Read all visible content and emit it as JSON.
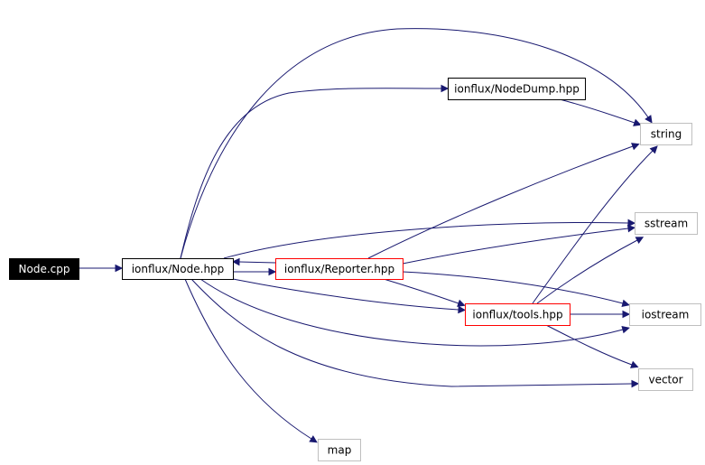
{
  "colors": {
    "edge": "#191970",
    "external_border": "#bfbfbf",
    "internal_border": "#000000",
    "included_border": "#ff0000",
    "root_fill": "#000000",
    "root_text": "#ffffff",
    "text": "#000000"
  },
  "nodes": [
    {
      "id": "node_cpp",
      "label": "Node.cpp",
      "kind": "root"
    },
    {
      "id": "node_hpp",
      "label": "ionflux/Node.hpp",
      "kind": "internal"
    },
    {
      "id": "nodedump",
      "label": "ionflux/NodeDump.hpp",
      "kind": "internal"
    },
    {
      "id": "reporter",
      "label": "ionflux/Reporter.hpp",
      "kind": "included"
    },
    {
      "id": "tools",
      "label": "ionflux/tools.hpp",
      "kind": "included"
    },
    {
      "id": "string",
      "label": "string",
      "kind": "external"
    },
    {
      "id": "sstream",
      "label": "sstream",
      "kind": "external"
    },
    {
      "id": "iostream",
      "label": "iostream",
      "kind": "external"
    },
    {
      "id": "vector",
      "label": "vector",
      "kind": "external"
    },
    {
      "id": "map",
      "label": "map",
      "kind": "external"
    }
  ],
  "edges": [
    {
      "from": "node_cpp",
      "to": "node_hpp"
    },
    {
      "from": "node_hpp",
      "to": "string"
    },
    {
      "from": "node_hpp",
      "to": "nodedump"
    },
    {
      "from": "node_hpp",
      "to": "sstream"
    },
    {
      "from": "node_hpp",
      "to": "reporter"
    },
    {
      "from": "node_hpp",
      "to": "tools"
    },
    {
      "from": "node_hpp",
      "to": "iostream"
    },
    {
      "from": "node_hpp",
      "to": "vector"
    },
    {
      "from": "node_hpp",
      "to": "map"
    },
    {
      "from": "nodedump",
      "to": "string"
    },
    {
      "from": "reporter",
      "to": "node_hpp"
    },
    {
      "from": "reporter",
      "to": "string"
    },
    {
      "from": "reporter",
      "to": "sstream"
    },
    {
      "from": "reporter",
      "to": "iostream"
    },
    {
      "from": "reporter",
      "to": "tools"
    },
    {
      "from": "tools",
      "to": "string"
    },
    {
      "from": "tools",
      "to": "sstream"
    },
    {
      "from": "tools",
      "to": "iostream"
    },
    {
      "from": "tools",
      "to": "vector"
    }
  ]
}
